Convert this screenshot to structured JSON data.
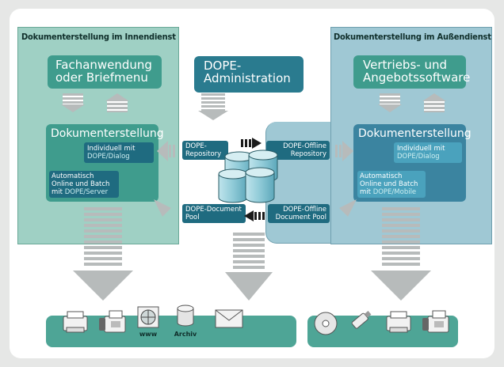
{
  "left": {
    "title": "Dokumenterstellung im Innendienst",
    "app_box": "Fachanwendung oder Briefmenu",
    "doc_box": "Dokumenterstellung",
    "sub1": "Individuell mit",
    "sub1_kw": "DOPE/Dialog",
    "sub2_line1": "Automatisch",
    "sub2_line2": "Online und Batch",
    "sub2_prefix": "mit ",
    "sub2_kw": "DOPE/Server"
  },
  "right": {
    "title": "Dokumenterstellung im Außendienst",
    "app_box": "Vertriebs- und Angebotssoftware",
    "doc_box": "Dokumenterstellung",
    "sub1": "Individuell mit",
    "sub1_kw": "DOPE/Dialog",
    "sub2_line1": "Automatisch",
    "sub2_line2": "Online und Batch",
    "sub2_prefix": "mit ",
    "sub2_kw": "DOPE/Mobile"
  },
  "center": {
    "admin": "DOPE-Administration",
    "repo": "DOPE-Repository",
    "offline_repo": "DOPE-Offline Repository",
    "doc_pool": "DOPE-Document Pool",
    "offline_doc_pool": "DOPE-Offline Document Pool"
  },
  "outputs": {
    "www": "www",
    "archiv": "Archiv"
  },
  "icons": {
    "left": [
      "printer-icon",
      "fax-icon",
      "globe-icon",
      "archive-icon",
      "email-icon"
    ],
    "right": [
      "cd-icon",
      "usb-stick-icon",
      "printer-icon",
      "fax-icon"
    ]
  },
  "colors": {
    "left_panel": "#9fd0c4",
    "right_panel": "#9fc8d4",
    "teal_box": "#3f9c8d",
    "blue_box": "#3b84a0",
    "keyword": "#cdeef0"
  }
}
